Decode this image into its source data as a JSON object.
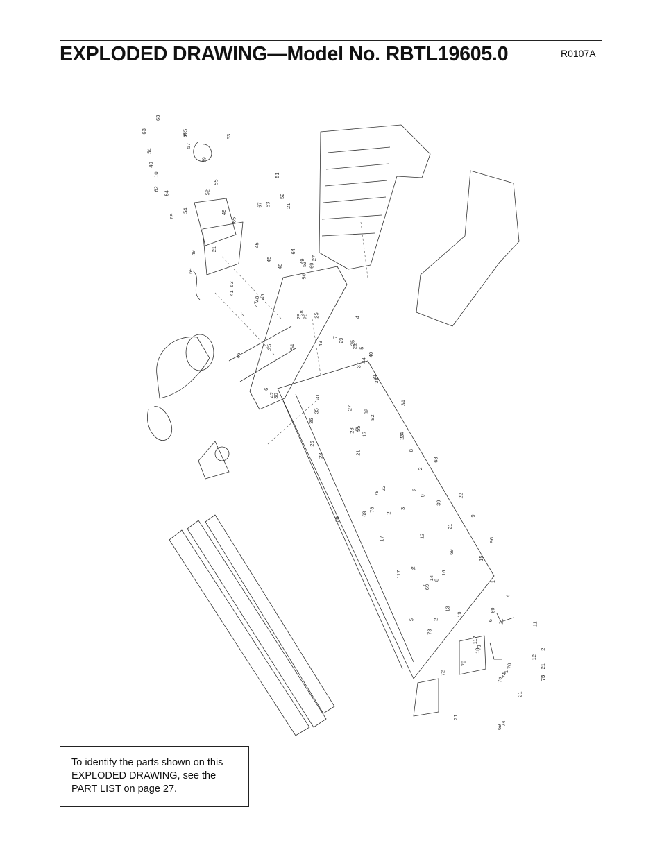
{
  "header": {
    "title": "EXPLODED DRAWING—Model No. RBTL19605.0",
    "code": "R0107A"
  },
  "note": {
    "lines": [
      "To identify the parts shown on this",
      "EXPLODED DRAWING, see the",
      "PART LIST on page 27."
    ]
  },
  "drawing": {
    "part_numbers": [
      "63",
      "63",
      "63",
      "57",
      "115",
      "10",
      "54",
      "52",
      "56",
      "54",
      "55",
      "59",
      "54",
      "49",
      "49",
      "62",
      "63",
      "69",
      "52",
      "51",
      "45",
      "21",
      "49",
      "64",
      "49",
      "65",
      "67",
      "50",
      "63",
      "69",
      "69",
      "48",
      "53",
      "25",
      "47",
      "45",
      "21",
      "27",
      "48",
      "45",
      "41",
      "21",
      "54",
      "46",
      "25",
      "28",
      "29",
      "28",
      "26",
      "5",
      "4",
      "6",
      "7",
      "21",
      "44",
      "43",
      "42",
      "40",
      "37",
      "31",
      "25",
      "30",
      "36",
      "35",
      "34",
      "33",
      "32",
      "31",
      "28",
      "27",
      "28",
      "26",
      "29",
      "82",
      "24",
      "23",
      "55",
      "78",
      "17",
      "9",
      "8",
      "21",
      "69",
      "2",
      "22",
      "2",
      "68",
      "68",
      "39",
      "2",
      "69",
      "22",
      "78",
      "2",
      "21",
      "17",
      "8",
      "3",
      "7",
      "9",
      "16",
      "15",
      "12",
      "1",
      "117",
      "69",
      "96",
      "19",
      "69",
      "2",
      "6",
      "5",
      "4",
      "13",
      "14",
      "117",
      "11",
      "12",
      "79",
      "71",
      "70",
      "72",
      "73",
      "21",
      "75",
      "2",
      "21",
      "74",
      "1",
      "18",
      "2",
      "21",
      "74",
      "75",
      "73",
      "21",
      "69"
    ]
  }
}
